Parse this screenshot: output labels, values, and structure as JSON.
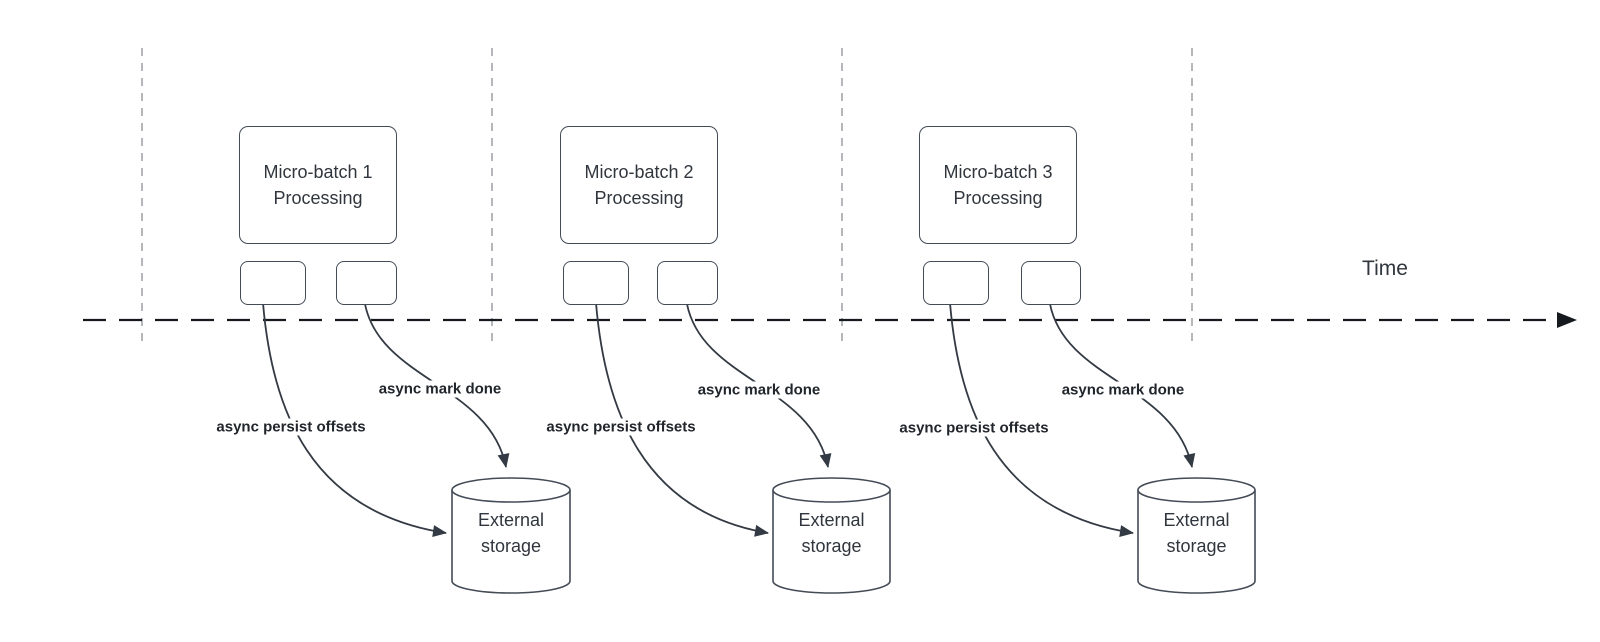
{
  "timeline": {
    "label": "Time"
  },
  "groups": [
    {
      "title_line1": "Micro-batch 1",
      "title_line2": "Processing",
      "persist_label": "async persist offsets",
      "done_label": "async mark done",
      "storage_line1": "External",
      "storage_line2": "storage"
    },
    {
      "title_line1": "Micro-batch 2",
      "title_line2": "Processing",
      "persist_label": "async persist offsets",
      "done_label": "async mark done",
      "storage_line1": "External",
      "storage_line2": "storage"
    },
    {
      "title_line1": "Micro-batch 3",
      "title_line2": "Processing",
      "persist_label": "async persist offsets",
      "done_label": "async mark done",
      "storage_line1": "External",
      "storage_line2": "storage"
    }
  ],
  "colors": {
    "shape_stroke": "#434b56",
    "arrow_stroke": "#333a43",
    "timeline_stroke": "#16191d",
    "guide_stroke": "#b5b7ba",
    "text_color": "#30363d",
    "label_color": "#21262c",
    "bg": "#ffffff"
  }
}
